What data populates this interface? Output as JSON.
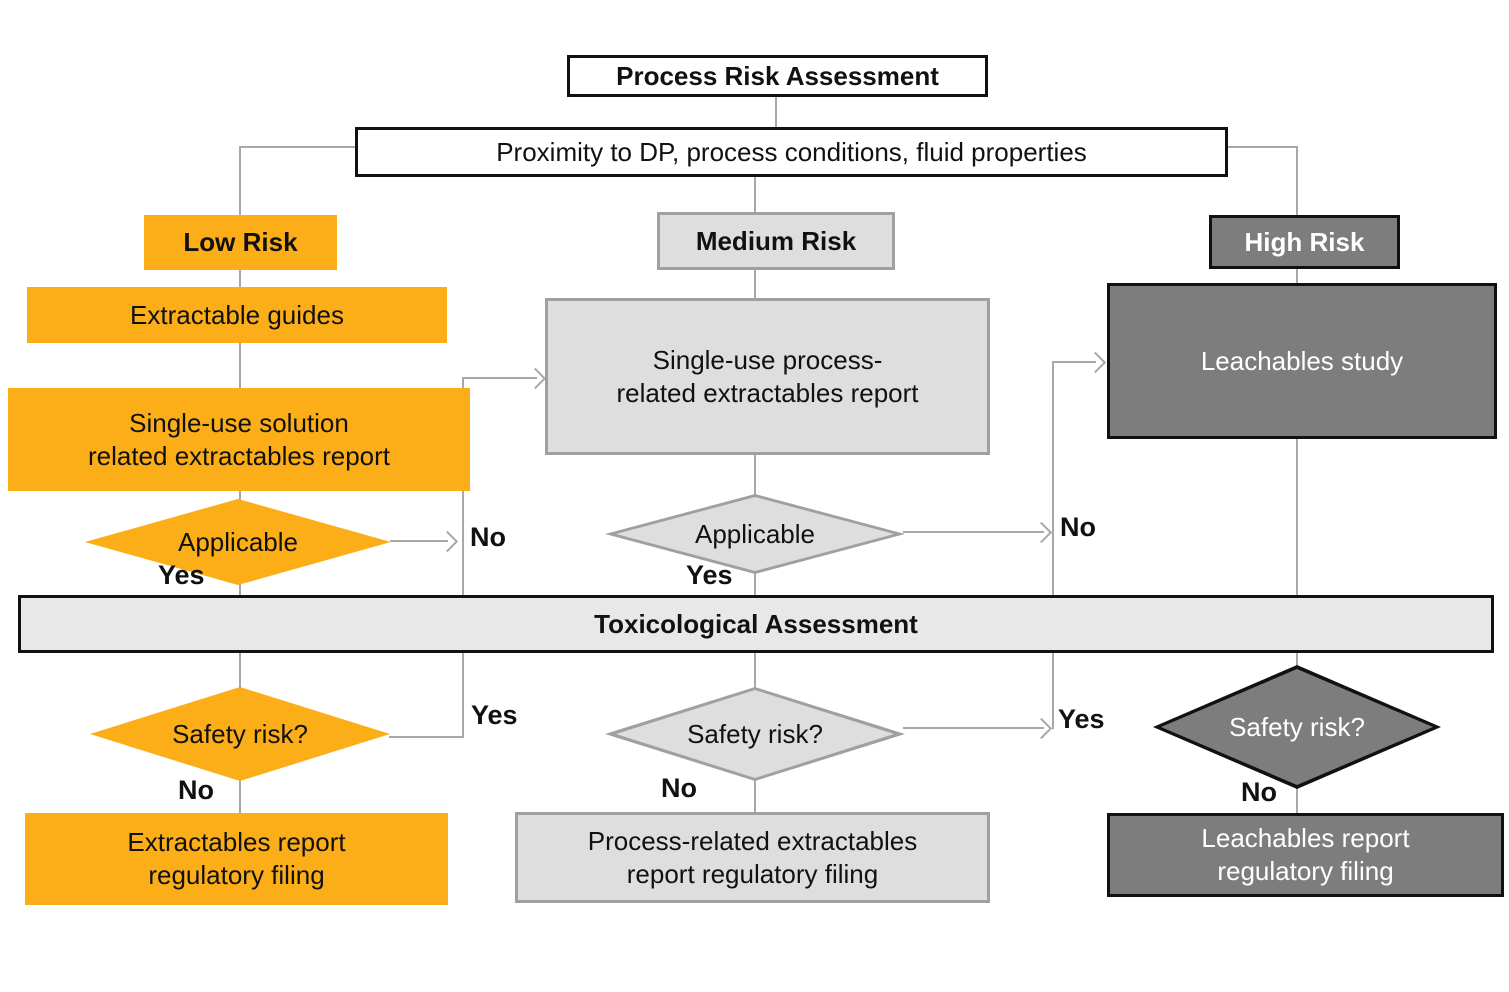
{
  "title": "Process Risk Assessment",
  "criteria": "Proximity to DP, process conditions, fluid properties",
  "toxicological": "Toxicological Assessment",
  "labels": {
    "yes": "Yes",
    "no": "No"
  },
  "colors": {
    "orange": "#FBAE17",
    "light_gray_fill": "#DEDEDE",
    "light_gray_border": "#A0A0A0",
    "dark_gray_fill": "#7D7D7D",
    "bar_fill": "#E8E8E8",
    "connector": "#A8A8A8",
    "ink": "#111111"
  },
  "columns": {
    "low": {
      "header": "Low Risk",
      "guides": "Extractable guides",
      "report_lines": [
        "Single-use solution",
        "related extractables report"
      ],
      "applicable": "Applicable",
      "safety": "Safety risk?",
      "final_lines": [
        "Extractables report",
        "regulatory filing"
      ]
    },
    "medium": {
      "header": "Medium Risk",
      "report_lines": [
        "Single-use process-",
        "related extractables report"
      ],
      "applicable": "Applicable",
      "safety": "Safety risk?",
      "final_lines": [
        "Process-related extractables",
        "report regulatory filing"
      ]
    },
    "high": {
      "header": "High Risk",
      "study": "Leachables study",
      "safety": "Safety risk?",
      "final_lines": [
        "Leachables report",
        "regulatory filing"
      ]
    }
  }
}
